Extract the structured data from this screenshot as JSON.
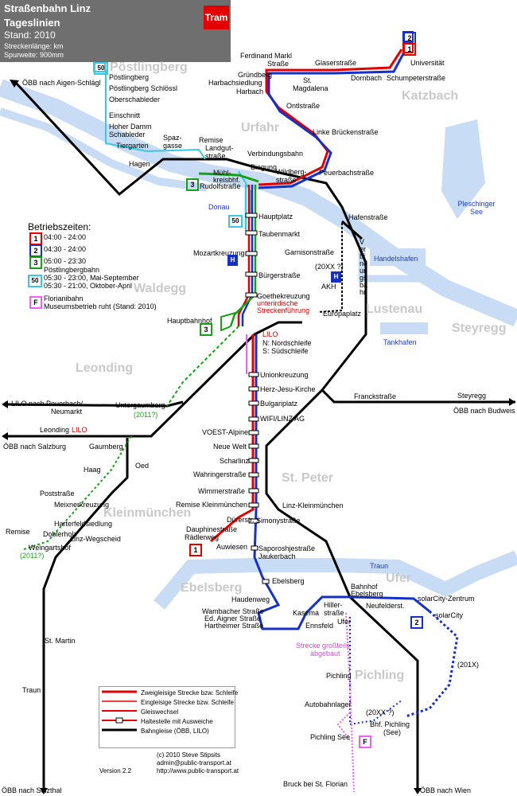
{
  "header": {
    "title": "Straßenbahn Linz",
    "subtitle": "Tageslinien",
    "status": "Stand: 2010",
    "track_length": "Streckenlänge: km",
    "gauge": "Spurweite: 900mm",
    "mode_badge": "Tram"
  },
  "operating_hours": {
    "title": "Betriebszeiten:",
    "lines": [
      {
        "badge": "1",
        "text": "04:00 - 24:00"
      },
      {
        "badge": "2",
        "text": "04:30 - 24:00"
      },
      {
        "badge": "3",
        "text": "05:00 - 23:30"
      },
      {
        "badge": "50",
        "text": "Pöstlingbergbahn",
        "text2": "05:30 - 23:00, Mai-September",
        "text3": "05:30 - 21:00, Oktober-April"
      },
      {
        "badge": "F",
        "text": "Florianibahn",
        "text2": "Museumsbetrieb ruht (Stand: 2010)"
      }
    ]
  },
  "districts": [
    "Pöstlingberg",
    "Katzbach",
    "Urfahr",
    "Waldegg",
    "Lustenau",
    "Steyregg",
    "Leonding",
    "St. Peter",
    "Kleinmünchen",
    "Ebelsberg",
    "Ufer",
    "Pichling"
  ],
  "waters": [
    "Donau",
    "Pleschinger See",
    "Handelshafen",
    "Tankhafen",
    "Traun"
  ],
  "stops": {
    "poestlingberg": [
      "Pöstlingberg",
      "Pöstlingberg Schlössl",
      "Oberschableder",
      "Einschnitt",
      "Hoher Damm",
      "Schableder",
      "Tiergarten",
      "Spaz-",
      "gasse",
      "Remise",
      "Landgut-",
      "straße",
      "Hagen"
    ],
    "north": [
      "Ferdinand Markl",
      "Straße",
      "Glaserstraße",
      "Universität",
      "Gründberg",
      "St.",
      "Magdalena",
      "Harbachsiedlung",
      "Dornbach",
      "Schumpeterstraße",
      "Harbach",
      "Ontlstraße",
      "Linke Brückenstraße",
      "Verbindungsbahn",
      "Peuerbachstraße",
      "Biegung",
      "Mühl-",
      "kreisbhf.",
      "Rudolfstraße",
      "Wildberg-",
      "straße"
    ],
    "center": [
      "Hauptplatz",
      "Taubenmarkt",
      "Mozartkreuzung",
      "Bürgerstraße",
      "Goethekreuzung",
      "unterirdische",
      "Streckenführung",
      "Hafenstraße",
      "Garnisonstraße",
      "(20XX ?)",
      "AKH",
      "Europaplatz",
      "Verbindungsbahn",
      "Hauptbahnhof",
      "LILO",
      "N: Nordschleife",
      "S: Südschleife"
    ],
    "south": [
      "Unionkreuzung",
      "Herz-Jesu-Kirche",
      "Bulgariplatz",
      "WIFI/LINZ AG",
      "VOEST-Alpine",
      "Neue Welt",
      "Scharlinz",
      "Wahringerstraße",
      "Wimmerstraße",
      "Remise Kleinmünchen",
      "Linz-Kleinmünchen",
      "Dürerstr.",
      "Simonystraße",
      "Dauphinestraße",
      "Rädlerweg",
      "Auwiesen",
      "Saporoshjestraße",
      "Jaukerbach",
      "Franckstraße",
      "Steyregg"
    ],
    "west": [
      "LILO nach Peuerbach/",
      "Neumarkt",
      "Untergaumberg",
      "(2011?)",
      "Leonding",
      "LILO",
      "Gaumberg",
      "Oed",
      "Haag",
      "Poststraße",
      "Meixnerkreuzung",
      "Harterfeldsiedlung",
      "Doblerholz",
      "Linz-Wegscheid",
      "Remise",
      "Weingartshof",
      "(2011?)"
    ],
    "ebelsberg": [
      "Ebelsberg",
      "Haudenweg",
      "Wambacher Straße",
      "Ed. Aigner Straße",
      "Hartheimer Straße",
      "Kasema",
      "Ennsfeld",
      "Hiller-",
      "straße",
      "Ufer",
      "Bahnhof",
      "Ebelsberg",
      "Neufelderst.",
      "solarCity-Zentrum",
      "solarCity",
      "Strecke großteils",
      "abgebaut",
      "(201X)",
      "Pichling",
      "Autobahnlager",
      "(20XX ?)",
      "Bhf. Pichling",
      "(See)",
      "Pichling See",
      "St. Martin",
      "Traun",
      "Bruck bei St. Florian"
    ]
  },
  "rail_links": {
    "nw": "ÖBB nach Aigen-Schlägl",
    "w_lilo": "LILO nach Peuerbach/ Neumarkt",
    "w_sbg": "ÖBB nach Salzburg",
    "e_budweis": "ÖBB nach Budweis",
    "s_selzthal": "ÖBB nach Selzthal",
    "s_wien": "ÖBB nach Wien"
  },
  "legend": {
    "items": [
      "Zweigleisige Strecke bzw. Schleife",
      "Eingleisige Strecke bzw. Schleife",
      "Gleiswechsel",
      "Haltestelle mit Ausweiche",
      "Bahngleise (ÖBB, LILO)"
    ]
  },
  "footer": {
    "copyright": "(c) 2010 Steve Stipsits",
    "email": "admin@public-transport.at",
    "url": "http://www.public-transport.at",
    "version": "Version 2.2"
  },
  "colors": {
    "line1": "#e30000",
    "line2": "#1530c8",
    "line3": "#16a016",
    "line50": "#38c8e6",
    "lineF": "#f060f0",
    "water": "#c9dcf5",
    "rail": "#000000"
  }
}
